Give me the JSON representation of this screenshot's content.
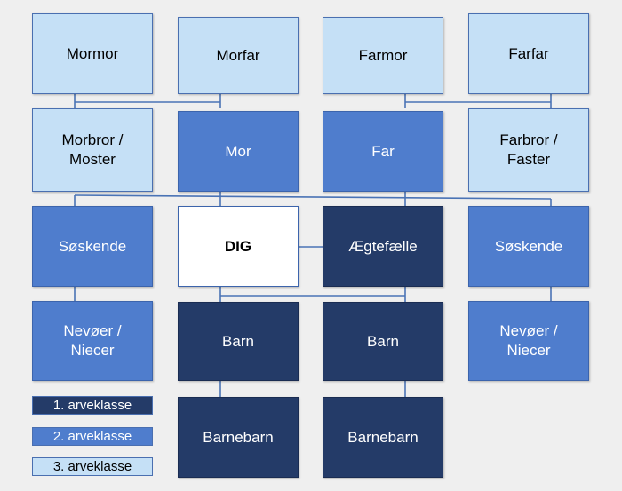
{
  "colors": {
    "class1": "#243b68",
    "class2": "#4f7dcd",
    "class3": "#c5e0f6",
    "you": "#ffffff",
    "line": "#4a73b5"
  },
  "nodes": {
    "mormor": "Mormor",
    "morfar": "Morfar",
    "farmor": "Farmor",
    "farfar": "Farfar",
    "morbror": "Morbror /\nMoster",
    "mor": "Mor",
    "far": "Far",
    "farbror": "Farbror /\nFaster",
    "soskende_left": "Søskende",
    "dig": "DIG",
    "aegtefaelle": "Ægtefælle",
    "soskende_right": "Søskende",
    "nevoer_left": "Nevøer /\nNiecer",
    "barn_left": "Barn",
    "barn_right": "Barn",
    "nevoer_right": "Nevøer /\nNiecer",
    "barnebarn_left": "Barnebarn",
    "barnebarn_right": "Barnebarn"
  },
  "legend": {
    "class1": "1. arveklasse",
    "class2": "2. arveklasse",
    "class3": "3. arveklasse"
  }
}
